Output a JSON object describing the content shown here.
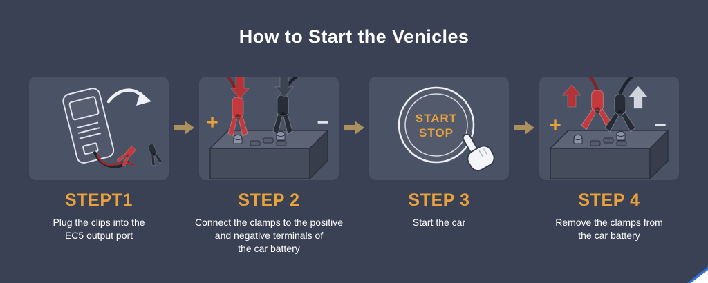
{
  "title": "How to Start the Venicles",
  "colors": {
    "background": "#3a4154",
    "panel": "#4a5265",
    "accent_gold": "#e9a23b",
    "step_arrow": "#ab8f5d",
    "clamp_red": "#c43a3c",
    "clamp_black": "#272c37",
    "text": "#ffffff"
  },
  "steps": [
    {
      "label": "STEPT1",
      "description": "Plug the clips into the\nEC5 output port",
      "illustration": "jump-starter-with-clips"
    },
    {
      "label": "STEP 2",
      "description": "Connect the clamps to the positive\nand negative terminals of\nthe car battery",
      "illustration": "battery-clamps-connect"
    },
    {
      "label": "STEP 3",
      "description": "Start the car",
      "illustration": "start-stop-button-press"
    },
    {
      "label": "STEP 4",
      "description": "Remove the clamps from\nthe car battery",
      "illustration": "battery-clamps-remove"
    }
  ],
  "start_button": {
    "line1": "START",
    "line2": "STOP"
  },
  "symbols": {
    "plus": "+",
    "minus": "−"
  }
}
